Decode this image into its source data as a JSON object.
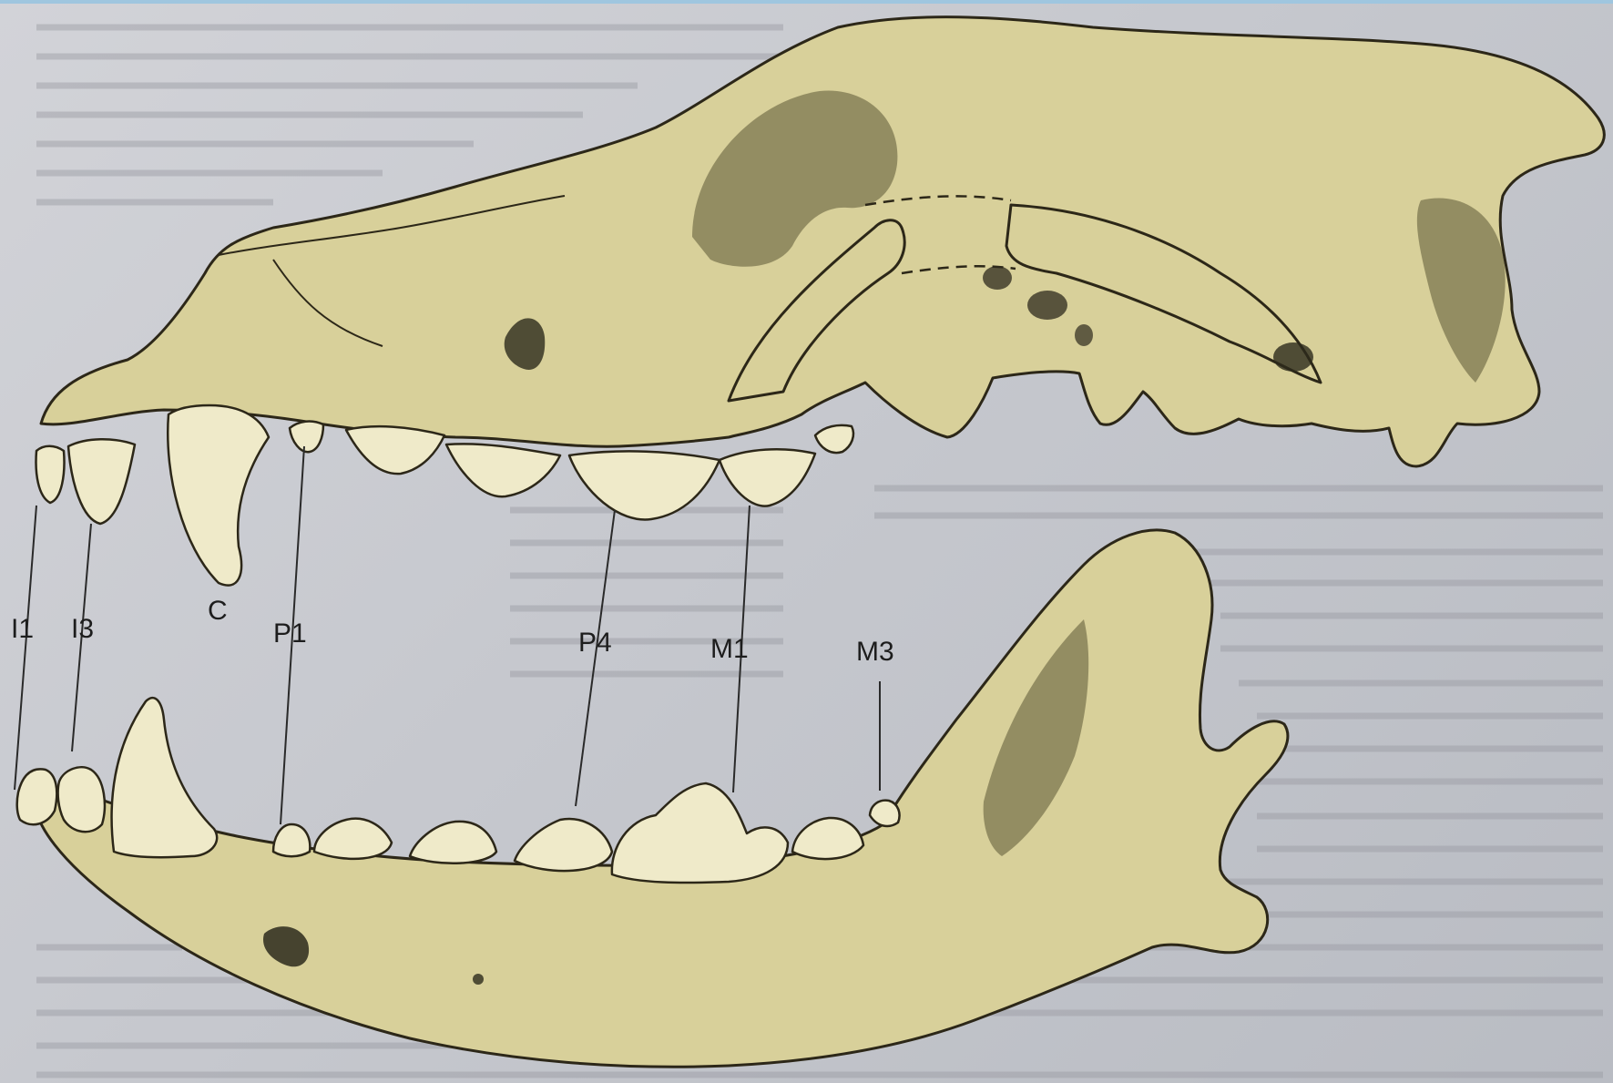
{
  "diagram": {
    "background_color": "#c9cbd1",
    "bone_color": "#d8d09a",
    "tooth_color": "#efeac9",
    "labels": {
      "i1": "I1",
      "i3": "I3",
      "c": "C",
      "p1": "P1",
      "p4": "P4",
      "m1": "M1",
      "m3": "M3"
    }
  }
}
